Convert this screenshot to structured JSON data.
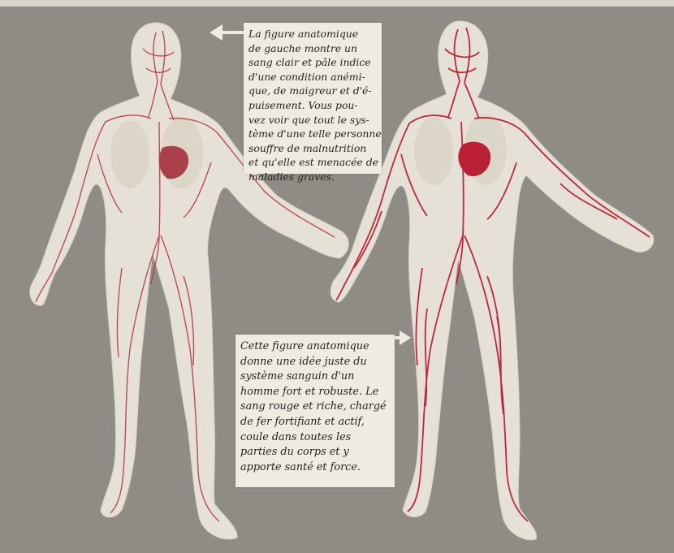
{
  "captions": {
    "top": {
      "lines": [
        "La figure anatomique",
        "de gauche montre un",
        "sang clair et pâle indice",
        "d'une condition anémi-",
        "que, de maigreur et d'é-",
        "puisement. Vous pou-",
        "vez voir que tout le sys-",
        "tème d'une telle personne",
        "souffre de malnutrition",
        "et qu'elle est menacée de",
        "maladies graves."
      ]
    },
    "bottom": {
      "lines": [
        "Cette figure anatomique",
        "donne une idée juste du",
        "système sanguin d'un",
        "homme fort et robuste. Le",
        "sang rouge et riche, chargé",
        "de fer fortifiant et actif,",
        "coule dans toutes les",
        "parties du corps et y",
        "apporte santé et force."
      ]
    }
  },
  "colors": {
    "background": "#8f8c86",
    "paper": "#e4dfd3",
    "vessel_pale": "#b4323e",
    "vessel_rich": "#bb1f33",
    "heart": "#a5202f"
  }
}
